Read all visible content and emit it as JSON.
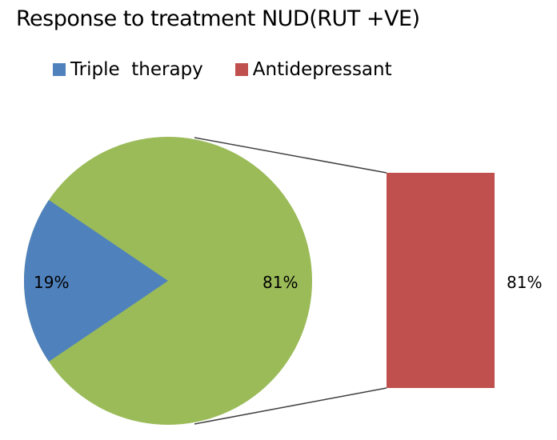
{
  "chart_data": {
    "type": "pie",
    "subtype": "bar-of-pie",
    "title": "Response to treatment NUD(RUT +VE)",
    "categories": [
      "Triple  therapy",
      "Antidepressant"
    ],
    "values": [
      19,
      81
    ],
    "unit": "%",
    "pie_slices": [
      {
        "label": "19%",
        "value": 19,
        "color": "#4F81BD"
      },
      {
        "label": "81%",
        "value": 81,
        "color": "#9BBB59"
      }
    ],
    "secondary_bar": {
      "label": "81%",
      "value": 81,
      "color": "#C0504D"
    },
    "legend": [
      {
        "name": "Triple  therapy",
        "color": "#4F81BD"
      },
      {
        "name": "Antidepressant",
        "color": "#C0504D"
      }
    ],
    "legend_position": "top"
  },
  "title": "Response to treatment NUD(RUT +VE)",
  "legend": {
    "items": [
      {
        "label": "Triple  therapy",
        "color": "#4F81BD"
      },
      {
        "label": "Antidepressant",
        "color": "#C0504D"
      }
    ]
  },
  "labels": {
    "blue_slice": "19%",
    "green_slice": "81%",
    "bar": "81%"
  }
}
